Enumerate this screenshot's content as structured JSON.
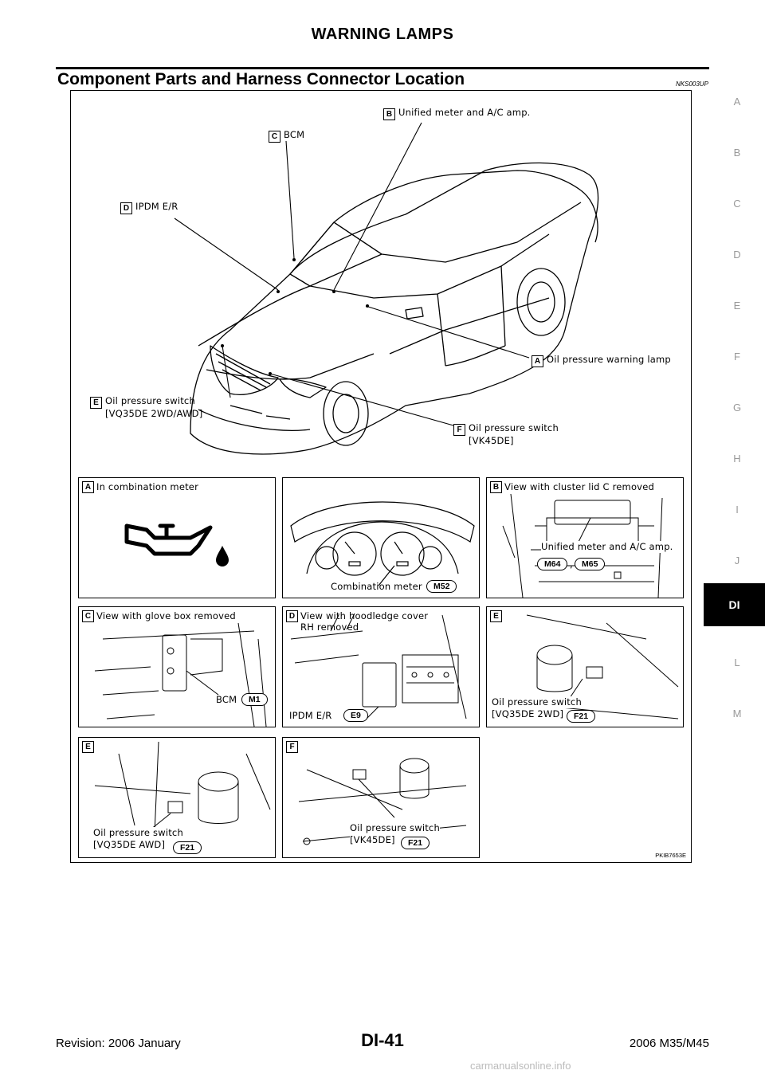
{
  "header": {
    "title": "WARNING LAMPS"
  },
  "section": {
    "title": "Component Parts and Harness Connector Location",
    "code": "NKS003UP"
  },
  "figure": {
    "callouts": {
      "A": {
        "key": "A",
        "text": "Oil pressure warning lamp"
      },
      "B": {
        "key": "B",
        "text": "Unified meter and A/C amp."
      },
      "C": {
        "key": "C",
        "text": "BCM"
      },
      "D": {
        "key": "D",
        "text": "IPDM E/R"
      },
      "E": {
        "key": "E",
        "line1": "Oil pressure switch",
        "line2": "[VQ35DE 2WD/AWD]"
      },
      "F": {
        "key": "F",
        "line1": "Oil pressure switch",
        "line2": "[VK45DE]"
      }
    },
    "panels": [
      {
        "key": "A",
        "title": "In combination meter"
      },
      {
        "label": "Combination meter",
        "connector": "M52"
      },
      {
        "key": "B",
        "title": "View with cluster lid C removed",
        "label": "Unified meter and A/C amp.",
        "connector1": "M64",
        "separator": ",",
        "connector2": "M65"
      },
      {
        "key": "C",
        "title": "View with glove box removed",
        "label": "BCM",
        "connector": "M1"
      },
      {
        "key": "D",
        "title1": "View with hoodledge cover",
        "title2": "RH removed",
        "label": "IPDM E/R",
        "connector": "E9"
      },
      {
        "key": "E",
        "line1": "Oil pressure switch",
        "line2": "[VQ35DE 2WD]",
        "connector": "F21"
      },
      {
        "key": "E",
        "line1": "Oil pressure switch",
        "line2": "[VQ35DE AWD]",
        "connector": "F21"
      },
      {
        "key": "F",
        "line1": "Oil pressure switch",
        "line2": "[VK45DE]",
        "connector": "F21"
      }
    ],
    "code": "PKIB7653E"
  },
  "side_tabs": [
    "A",
    "B",
    "C",
    "D",
    "E",
    "F",
    "G",
    "H",
    "I",
    "J",
    "DI",
    "L",
    "M"
  ],
  "active_tab": "DI",
  "footer": {
    "left": "Revision: 2006 January",
    "center": "DI-41",
    "right": "2006 M35/M45"
  },
  "watermark": "carmanualsonline.info"
}
